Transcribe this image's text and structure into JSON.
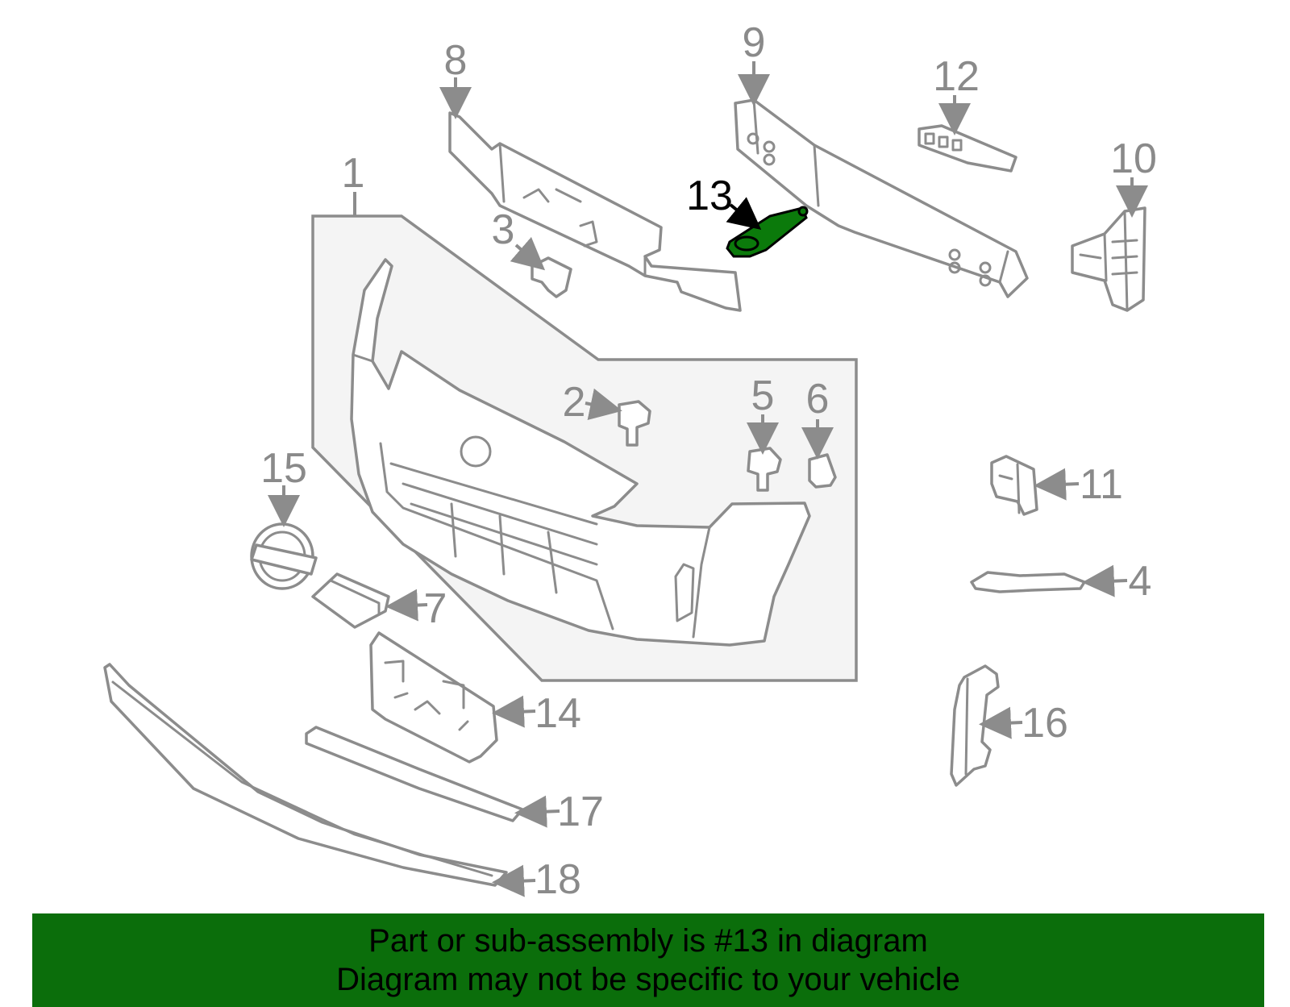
{
  "colors": {
    "line": "#8c8c8c",
    "highlight_fill": "#0b7a0b",
    "highlight_stroke": "#000000",
    "banner_bg": "#0b6e0b",
    "inset_bg": "#f4f4f4"
  },
  "callouts": [
    {
      "id": "1",
      "label": "1"
    },
    {
      "id": "2",
      "label": "2"
    },
    {
      "id": "3",
      "label": "3"
    },
    {
      "id": "4",
      "label": "4"
    },
    {
      "id": "5",
      "label": "5"
    },
    {
      "id": "6",
      "label": "6"
    },
    {
      "id": "7",
      "label": "7"
    },
    {
      "id": "8",
      "label": "8"
    },
    {
      "id": "9",
      "label": "9"
    },
    {
      "id": "10",
      "label": "10"
    },
    {
      "id": "11",
      "label": "11"
    },
    {
      "id": "12",
      "label": "12"
    },
    {
      "id": "13",
      "label": "13",
      "highlighted": true
    },
    {
      "id": "14",
      "label": "14"
    },
    {
      "id": "15",
      "label": "15"
    },
    {
      "id": "16",
      "label": "16"
    },
    {
      "id": "17",
      "label": "17"
    },
    {
      "id": "18",
      "label": "18"
    }
  ],
  "banner": {
    "line1": "Part or sub-assembly is #13 in diagram",
    "line2": "Diagram may not be specific to your vehicle"
  }
}
